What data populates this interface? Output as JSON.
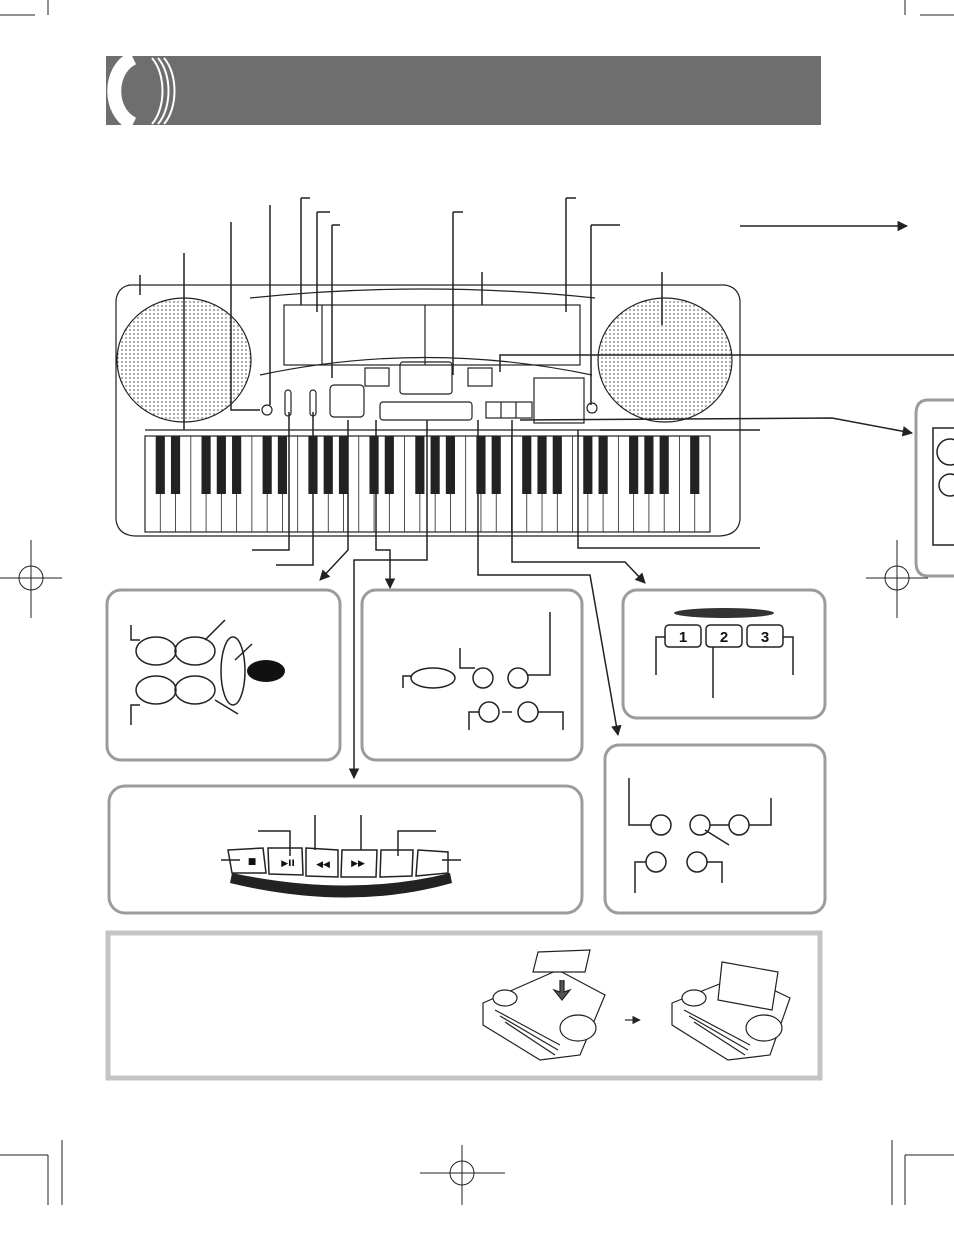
{
  "colors": {
    "header_band": "#6e6e6e",
    "panel_border": "#9c9c9c",
    "panel_fill": "#ffffff",
    "ink": "#222222",
    "bottom_panel_border": "#c4c4c4"
  },
  "transport": {
    "stop_glyph": "■",
    "play_pause_glyph": "▶II",
    "rewind_glyph": "◀◀",
    "fast_forward_glyph": "▶▶"
  },
  "song_bank_buttons": {
    "labels": [
      "1",
      "2",
      "3"
    ]
  },
  "icons": [
    "header-bracket-icon",
    "speaker-grille-icon",
    "keyboard-illustration-icon",
    "arrow-icon",
    "registration-mark-icon",
    "crop-mark-icon",
    "music-stand-illustration-icon"
  ]
}
